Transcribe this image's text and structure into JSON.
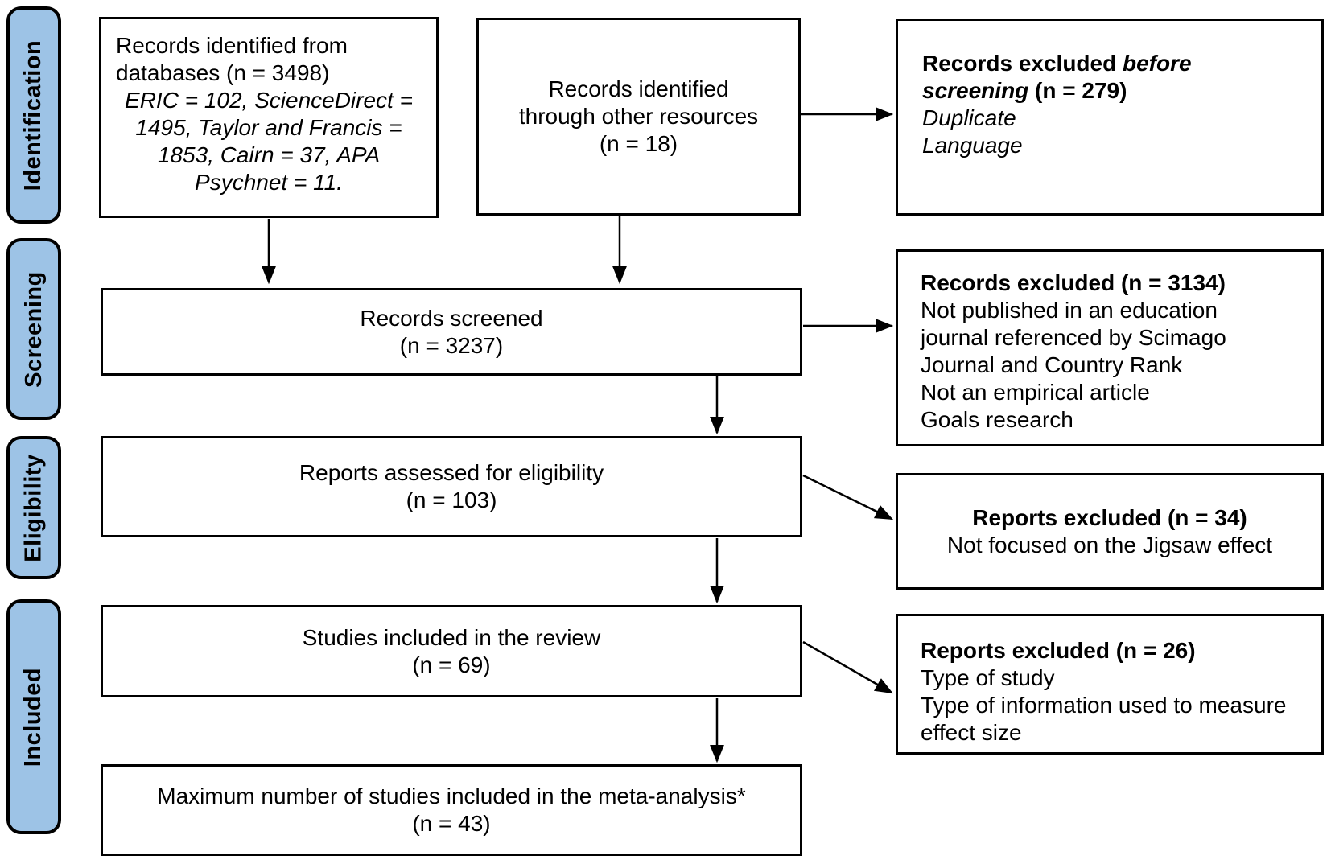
{
  "figure": {
    "type": "PRISMA flow diagram",
    "colors": {
      "stage_fill": "#9DC3E6",
      "line": "#000000",
      "background": "#FFFFFF"
    },
    "stages": [
      {
        "label": "Identification"
      },
      {
        "label": "Screening"
      },
      {
        "label": "Eligibility"
      },
      {
        "label": "Included"
      }
    ],
    "boxes": {
      "identified_databases": {
        "normal": "Records identified from databases (n = 3498)",
        "italic": "ERIC = 102, ScienceDirect = 1495, Taylor and Francis = 1853, Cairn = 37, APA Psychnet = 11."
      },
      "identified_other": {
        "title": "Records identified through other resources",
        "count": "(n = 18)"
      },
      "excluded_before_screening": {
        "title_part1": "Records excluded ",
        "title_part2_italic": "before screening",
        "title_part3": " (n = 279)",
        "reasons": [
          "Duplicate",
          "Language"
        ]
      },
      "records_screened": {
        "title": "Records screened",
        "count": "(n = 3237)"
      },
      "excluded_screening": {
        "title": "Records excluded (n = 3134)",
        "reasons": [
          "Not published in an education journal referenced by Scimago Journal and Country Rank",
          "Not an empirical article",
          "Goals research"
        ]
      },
      "reports_assessed": {
        "title": "Reports assessed for eligibility",
        "count": "(n = 103)"
      },
      "excluded_eligibility": {
        "title": "Reports excluded (n = 34)",
        "reasons": [
          "Not focused on the Jigsaw effect"
        ]
      },
      "studies_included": {
        "title": "Studies included in the review",
        "count": "(n = 69)"
      },
      "excluded_review": {
        "title": "Reports excluded (n = 26)",
        "reasons": [
          "Type of study",
          "Type of information used to measure effect size"
        ]
      },
      "meta_analysis": {
        "title": "Maximum number of studies included in the meta-analysis*",
        "count": "(n = 43)"
      }
    }
  }
}
